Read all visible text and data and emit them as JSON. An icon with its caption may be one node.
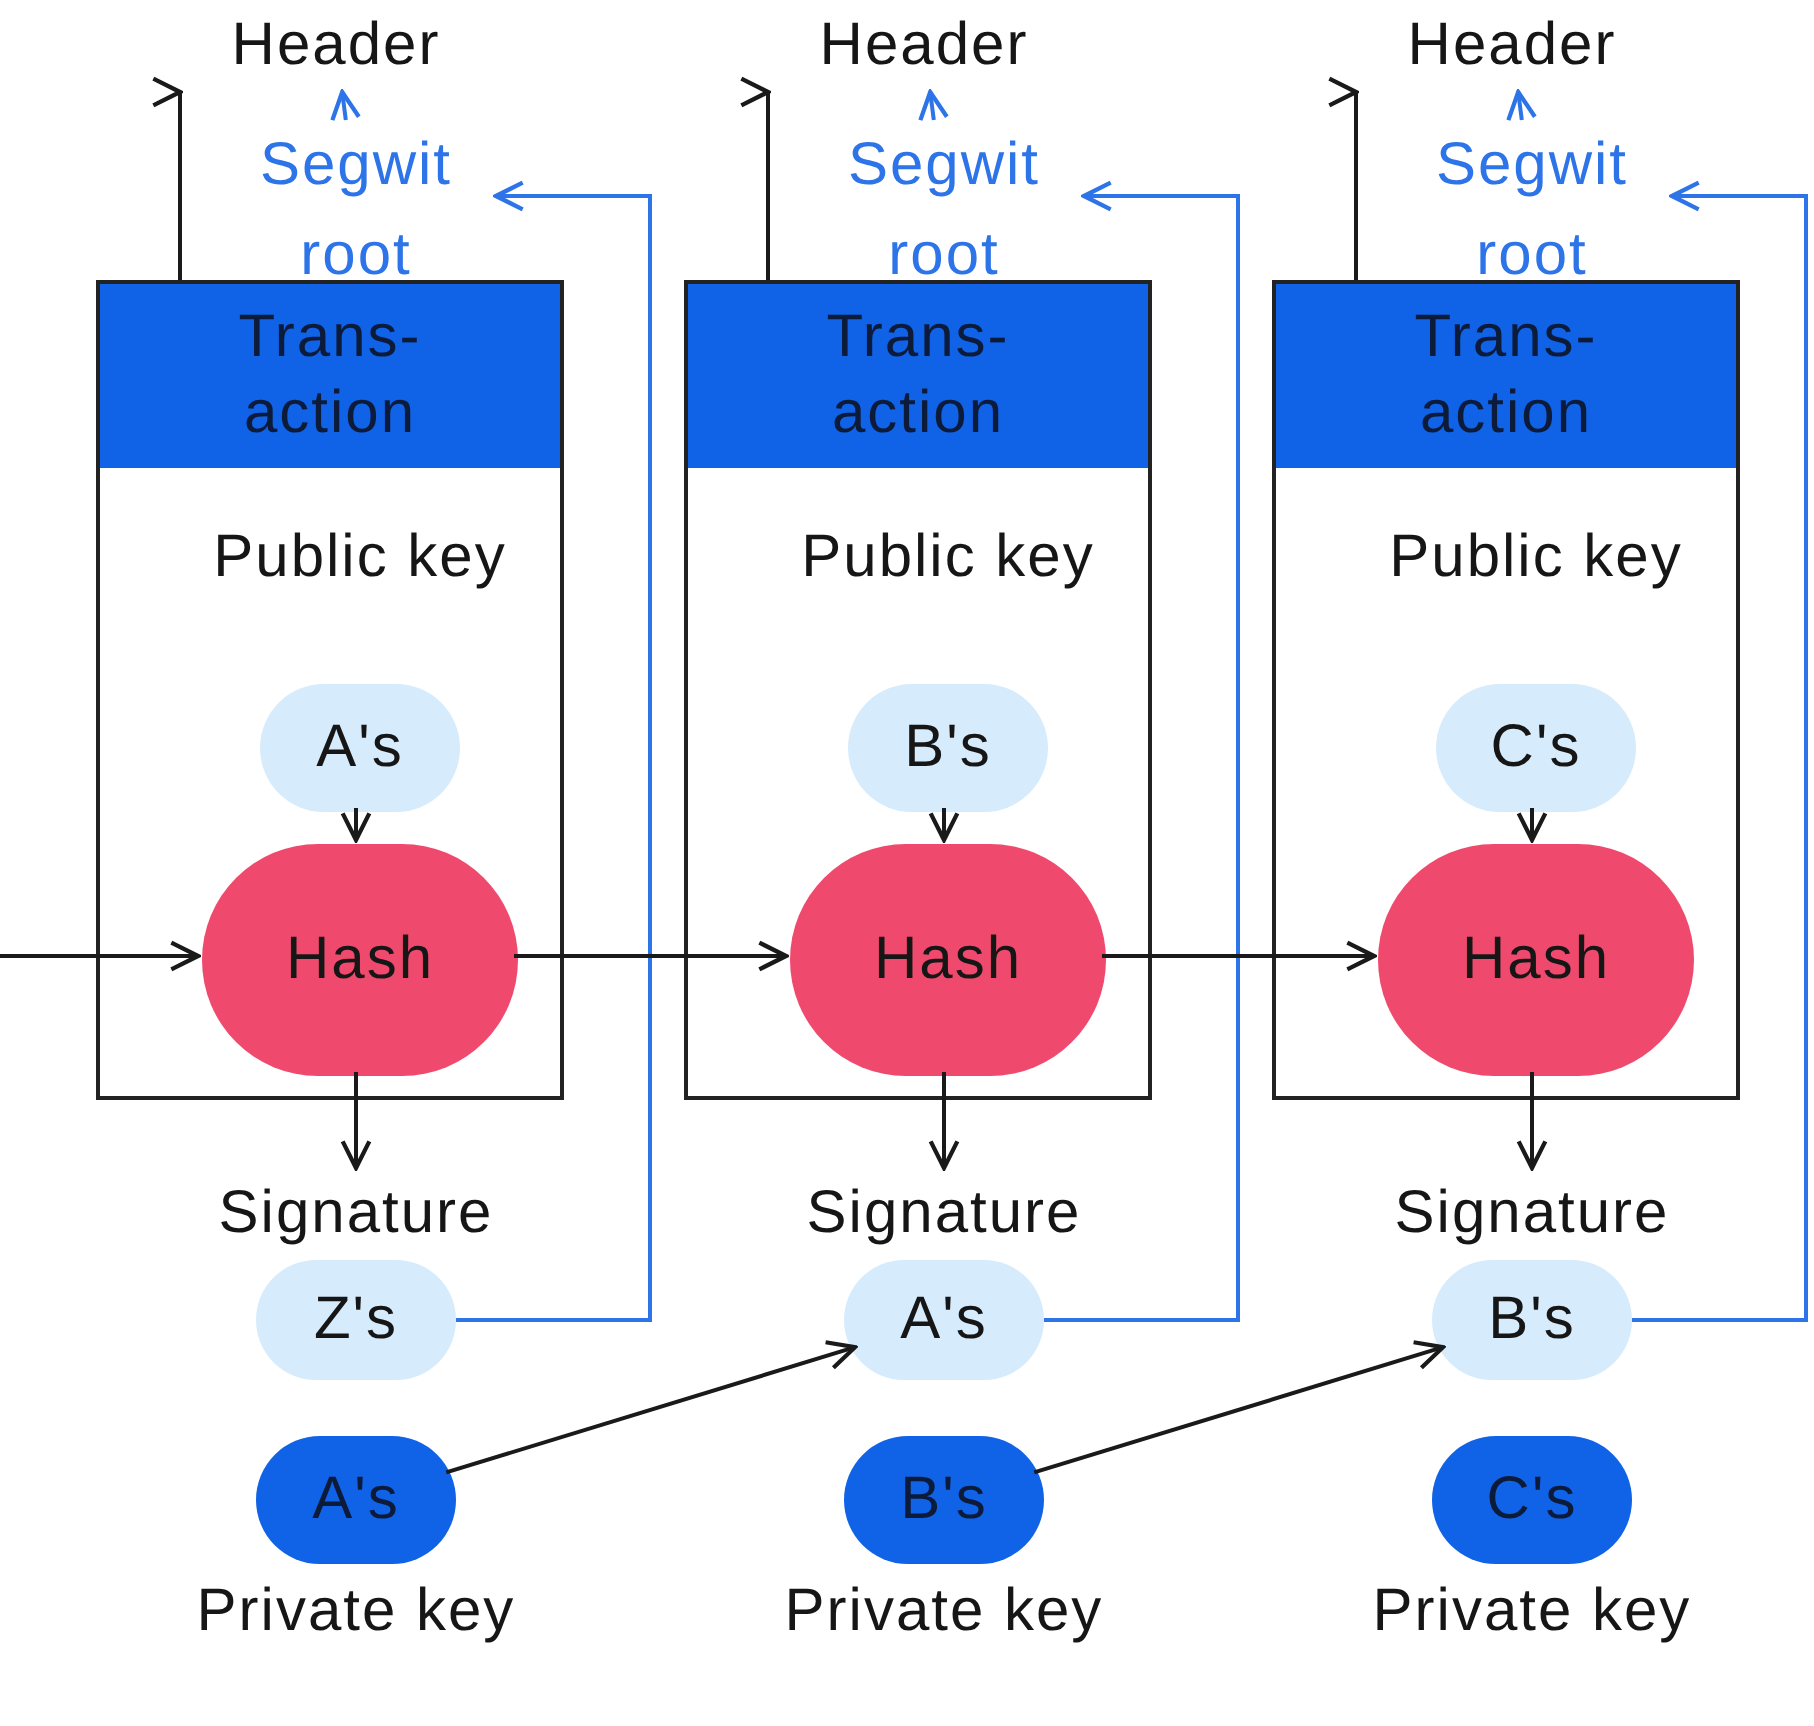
{
  "diagram": {
    "nodes": [
      {
        "text": [
          "Header"
        ]
      },
      {
        "text": [
          "Segwit root"
        ]
      },
      {
        "text": [
          "Trans- action",
          "Public key"
        ]
      },
      {
        "text": [
          "A's"
        ],
        "in": 2
      },
      {
        "text": [
          "Hash"
        ],
        "in": 2
      },
      {
        "text": [
          "Signature"
        ]
      },
      {
        "text": [
          "Z's"
        ]
      },
      {
        "text": [
          "A's"
        ],
        "beside": [
          "Private key"
        ]
      },
      {
        "text": [
          "Header"
        ]
      },
      {
        "text": [
          "Segwit root"
        ]
      },
      {
        "text": [
          "Trans- action",
          "Public key"
        ]
      },
      {
        "text": [
          "B's"
        ],
        "in": 10
      },
      {
        "text": [
          "Hash"
        ],
        "in": 10
      },
      {
        "text": [
          "Signature"
        ]
      },
      {
        "text": [
          "A's"
        ]
      },
      {
        "text": [
          "B's"
        ],
        "beside": [
          "Private key"
        ]
      },
      {
        "text": [
          "Header"
        ]
      },
      {
        "text": [
          "Segwit root"
        ]
      },
      {
        "text": [
          "Trans- action",
          "Public key"
        ]
      },
      {
        "text": [
          "C's"
        ],
        "in": 18
      },
      {
        "text": [
          "Hash"
        ],
        "in": 18
      },
      {
        "text": [
          "Signature"
        ]
      },
      {
        "text": [
          "B's"
        ]
      },
      {
        "text": [
          "C's"
        ],
        "beside": [
          "Private key"
        ]
      }
    ],
    "edges": [
      {
        "from": 2,
        "to": 0,
        "arrow": "to"
      },
      {
        "from": 1,
        "to": 0,
        "arrow": "to",
        "color": "#2d74e8"
      },
      {
        "from": 3,
        "to": 4,
        "arrow": "to"
      },
      {
        "from": 4,
        "to": 5,
        "arrow": "to"
      },
      {
        "from": 6,
        "to": 1,
        "arrow": "to",
        "color": "#2d74e8"
      },
      {
        "from": 10,
        "to": 8,
        "arrow": "to"
      },
      {
        "from": 9,
        "to": 8,
        "arrow": "to",
        "color": "#2d74e8"
      },
      {
        "from": 11,
        "to": 12,
        "arrow": "to"
      },
      {
        "from": 12,
        "to": 13,
        "arrow": "to"
      },
      {
        "from": 14,
        "to": 9,
        "arrow": "to",
        "color": "#2d74e8"
      },
      {
        "from": 18,
        "to": 16,
        "arrow": "to"
      },
      {
        "from": 17,
        "to": 16,
        "arrow": "to",
        "color": "#2d74e8"
      },
      {
        "from": 19,
        "to": 20,
        "arrow": "to"
      },
      {
        "from": 20,
        "to": 21,
        "arrow": "to"
      },
      {
        "from": 22,
        "to": 17,
        "arrow": "to",
        "color": "#2d74e8"
      },
      {
        "from": null,
        "to": 4,
        "arrow": "to"
      },
      {
        "from": 4,
        "to": 12,
        "arrow": "to"
      },
      {
        "from": 12,
        "to": 20,
        "arrow": "to"
      },
      {
        "from": 7,
        "to": 14,
        "arrow": "to"
      },
      {
        "from": 15,
        "to": 22,
        "arrow": "to"
      }
    ]
  }
}
